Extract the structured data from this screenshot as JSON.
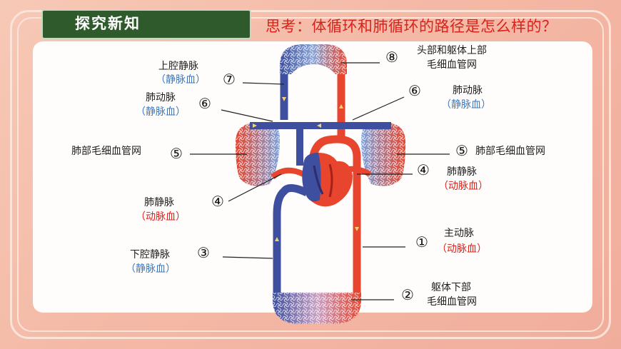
{
  "header": {
    "title": "探究新知",
    "question": "思考：体循环和肺循环的路径是怎么样的？"
  },
  "labels": {
    "n7": {
      "num": "⑦",
      "name": "上腔静脉",
      "type": "（静脉血）"
    },
    "n6_left": {
      "num": "⑥",
      "name": "肺动脉",
      "type": "（静脉血）"
    },
    "n5_left": {
      "num": "⑤",
      "name": "肺部毛细血管网"
    },
    "n4_left": {
      "num": "④",
      "name": "肺静脉",
      "type": "（动脉血）"
    },
    "n3": {
      "num": "③",
      "name": "下腔静脉",
      "type": "（静脉血）"
    },
    "n8": {
      "num": "⑧",
      "line1": "头部和躯体上部",
      "line2": "毛细血管网"
    },
    "n6_right": {
      "num": "⑥",
      "name": "肺动脉",
      "type": "（静脉血）"
    },
    "n5_right": {
      "num": "⑤",
      "name": "肺部毛细血管网"
    },
    "n4_right": {
      "num": "④",
      "name": "肺静脉",
      "type": "（动脉血）"
    },
    "n1": {
      "num": "①",
      "name": "主动脉",
      "type": "（动脉血）"
    },
    "n2": {
      "num": "②",
      "line1": "躯体下部",
      "line2": "毛细血管网"
    }
  },
  "colors": {
    "vein_blue": "#3d4f9e",
    "artery_red": "#e8452e",
    "label_blue": "#3a78c0",
    "label_red": "#e0201b",
    "title_bg": "#2f5a2c"
  }
}
